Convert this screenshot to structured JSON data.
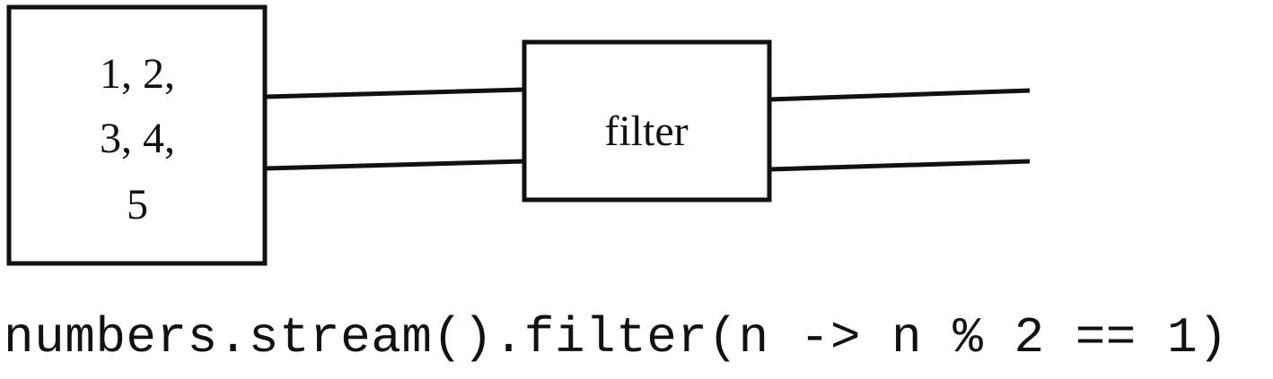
{
  "source_box": {
    "lines": [
      "1, 2,",
      "3, 4,",
      "5"
    ]
  },
  "filter_box": {
    "label": "filter"
  },
  "code": {
    "text": "numbers.stream().filter(n -> n % 2 == 1)"
  }
}
